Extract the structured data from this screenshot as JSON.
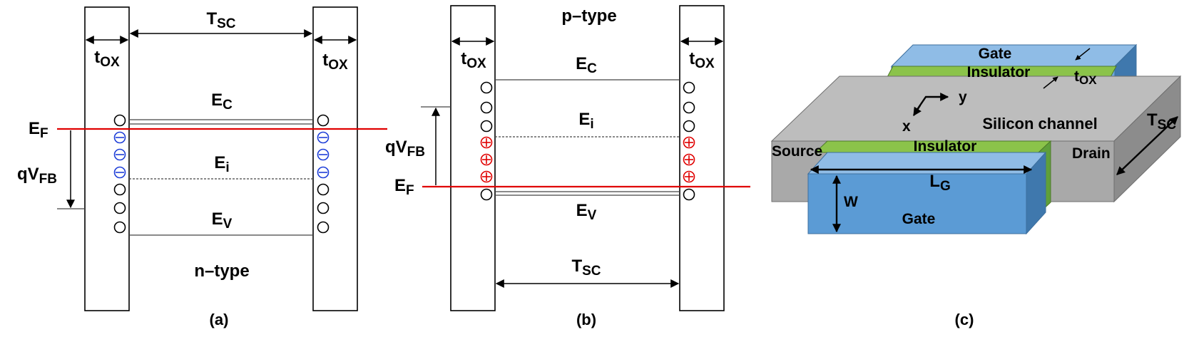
{
  "panel_a": {
    "panel_label": "(a)",
    "t_sc": "T",
    "t_sc_sub": "SC",
    "t_ox_left": "t",
    "t_ox_left_sub": "OX",
    "t_ox_right": "t",
    "t_ox_right_sub": "OX",
    "e_c": "E",
    "e_c_sub": "C",
    "e_i": "E",
    "e_i_sub": "i",
    "e_v": "E",
    "e_v_sub": "V",
    "e_f": "E",
    "e_f_sub": "F",
    "qvfb": "qV",
    "qvfb_sub": "FB",
    "doping": "n–type"
  },
  "panel_b": {
    "panel_label": "(b)",
    "doping": "p–type",
    "t_sc": "T",
    "t_sc_sub": "SC",
    "t_ox_left": "t",
    "t_ox_left_sub": "OX",
    "t_ox_right": "t",
    "t_ox_right_sub": "OX",
    "e_c": "E",
    "e_c_sub": "C",
    "e_i": "E",
    "e_i_sub": "i",
    "e_v": "E",
    "e_v_sub": "V",
    "e_f": "E",
    "e_f_sub": "F",
    "qvfb": "qV",
    "qvfb_sub": "FB"
  },
  "panel_c": {
    "panel_label": "(c)",
    "gate_top": "Gate",
    "insulator_top": "Insulator",
    "t_ox": "t",
    "t_ox_sub": "OX",
    "x_axis": "x",
    "y_axis": "y",
    "channel": "Silicon channel",
    "t_sc": "T",
    "t_sc_sub": "SC",
    "source": "Source",
    "insulator_front": "Insulator",
    "drain": "Drain",
    "l_g": "L",
    "l_g_sub": "G",
    "w": "W",
    "gate_front": "Gate"
  },
  "colors": {
    "fermi_level": "#e00000",
    "electron_charge": "#1f3fd8",
    "hole_charge": "#e00000",
    "gate_front": "#5b9bd5",
    "gate_top": "#6fa8dc",
    "insulator": "#70ad47",
    "silicon": "#b3b3b3"
  }
}
